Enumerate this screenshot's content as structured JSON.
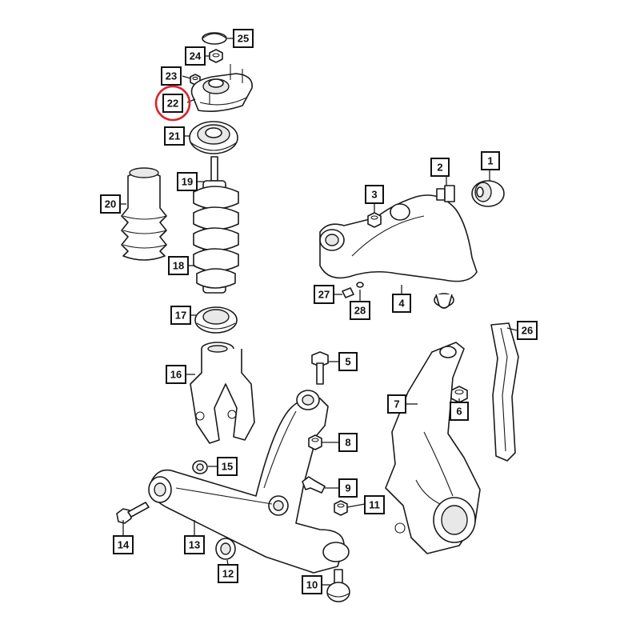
{
  "diagram": {
    "highlight": {
      "part": "22",
      "color": "#d9232e"
    },
    "callouts": [
      "1",
      "2",
      "3",
      "4",
      "5",
      "6",
      "7",
      "8",
      "9",
      "10",
      "11",
      "12",
      "13",
      "14",
      "15",
      "16",
      "17",
      "18",
      "19",
      "20",
      "21",
      "22",
      "23",
      "24",
      "25",
      "26",
      "27",
      "28"
    ]
  }
}
